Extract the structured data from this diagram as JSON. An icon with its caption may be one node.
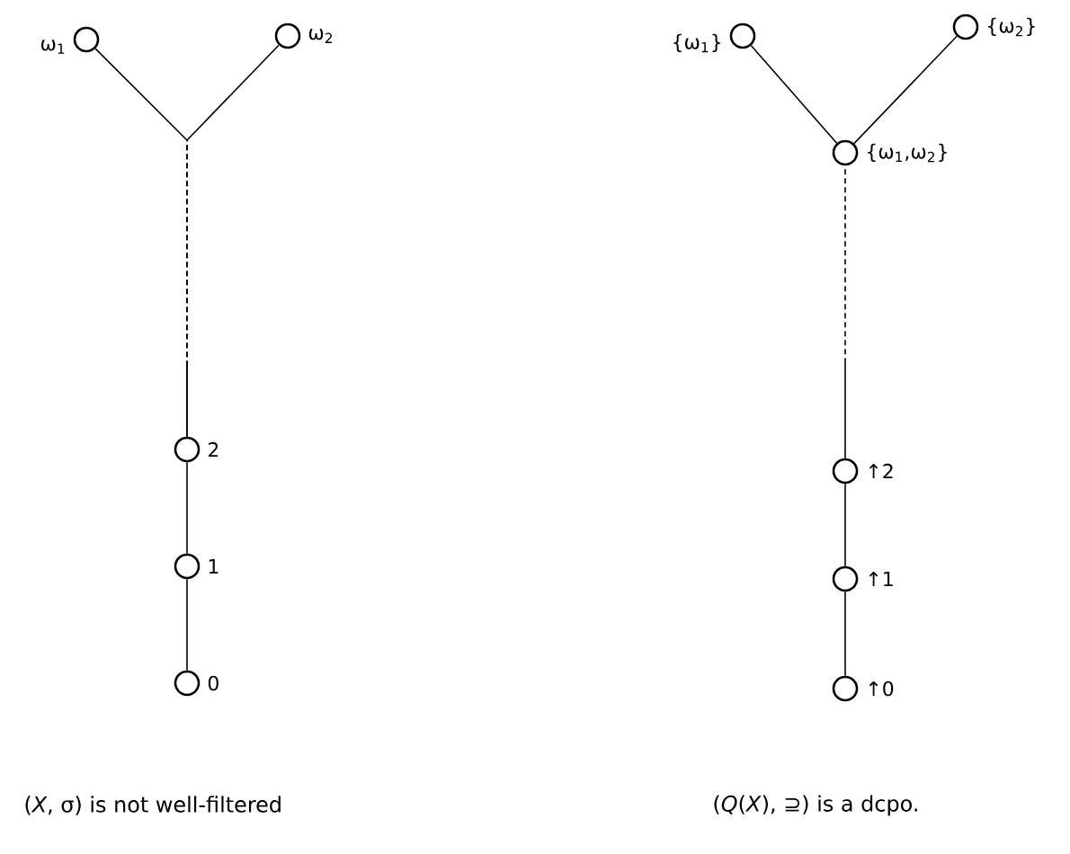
{
  "diagram": {
    "nodes": [
      {
        "text": [],
        "shape": "circle",
        "beside": [
          "ω$_{1}$"
        ]
      },
      {
        "text": [],
        "shape": "circle",
        "beside": [
          "ω$_{2}$"
        ]
      },
      {
        "text": [],
        "shape": "circle",
        "beside": [
          "2"
        ]
      },
      {
        "text": [],
        "shape": "circle",
        "beside": [
          "1"
        ]
      },
      {
        "text": [],
        "shape": "circle",
        "beside": [
          "0"
        ]
      },
      {
        "text": [],
        "shape": "circle",
        "beside": [
          "{ω$_{1}$}"
        ]
      },
      {
        "text": [],
        "shape": "circle",
        "beside": [
          "{ω$_{2}$}"
        ]
      },
      {
        "text": [],
        "shape": "circle",
        "beside": [
          "{ω$_{1}$,ω$_{2}$}"
        ]
      },
      {
        "text": [],
        "shape": "circle",
        "beside": [
          "↑2"
        ]
      },
      {
        "text": [],
        "shape": "circle",
        "beside": [
          "↑1"
        ]
      },
      {
        "text": [],
        "shape": "circle",
        "beside": [
          "↑0"
        ]
      }
    ],
    "edges": [
      {
        "from": 0,
        "to": 2,
        "arrow": "none",
        "style": "dashed"
      },
      {
        "from": 1,
        "to": 2,
        "arrow": "none",
        "style": "dashed"
      },
      {
        "from": 2,
        "to": 3,
        "arrow": "none"
      },
      {
        "from": 3,
        "to": 4,
        "arrow": "none"
      },
      {
        "from": 5,
        "to": 7,
        "arrow": "none"
      },
      {
        "from": 6,
        "to": 7,
        "arrow": "none"
      },
      {
        "from": 7,
        "to": 8,
        "arrow": "none",
        "style": "dashed"
      },
      {
        "from": 8,
        "to": 9,
        "arrow": "none"
      },
      {
        "from": 9,
        "to": 10,
        "arrow": "none"
      }
    ],
    "labels": [
      "(*X*,   σ) is not well-filtered",
      "(*Q*(*X*),   ⊇) is a dcpo."
    ]
  }
}
